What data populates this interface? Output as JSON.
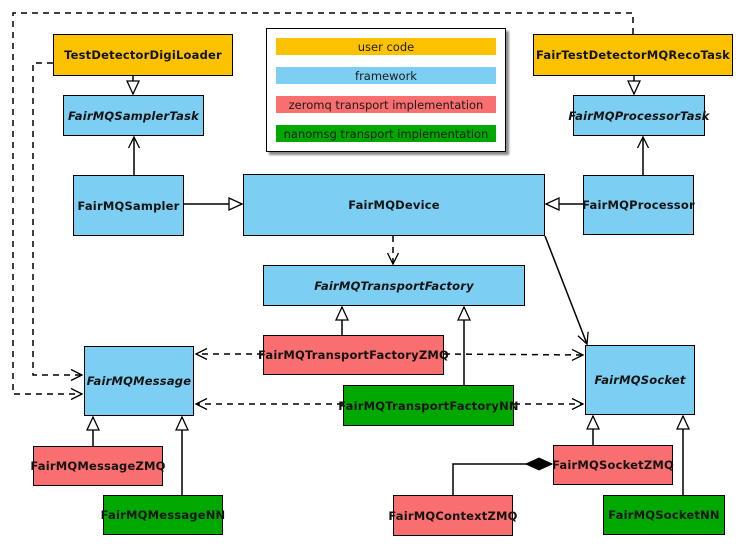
{
  "diagram": {
    "kind": "uml-class-diagram",
    "nodes": {
      "test_detector_digi_loader": {
        "label": "TestDetectorDigiLoader",
        "category": "user code"
      },
      "fair_test_detector_mq_reco_task": {
        "label": "FairTestDetectorMQRecoTask",
        "category": "user code"
      },
      "fairmq_sampler_task": {
        "label": "FairMQSamplerTask",
        "category": "framework",
        "abstract": true
      },
      "fairmq_processor_task": {
        "label": "FairMQProcessorTask",
        "category": "framework",
        "abstract": true
      },
      "fairmq_sampler": {
        "label": "FairMQSampler",
        "category": "framework"
      },
      "fairmq_device": {
        "label": "FairMQDevice",
        "category": "framework"
      },
      "fairmq_processor": {
        "label": "FairMQProcessor",
        "category": "framework"
      },
      "fairmq_transport_factory": {
        "label": "FairMQTransportFactory",
        "category": "framework",
        "abstract": true
      },
      "fairmq_transport_factory_zmq": {
        "label": "FairMQTransportFactoryZMQ",
        "category": "zeromq transport implementation"
      },
      "fairmq_transport_factory_nn": {
        "label": "FairMQTransportFactoryNN",
        "category": "nanomsg transport implementation"
      },
      "fairmq_message": {
        "label": "FairMQMessage",
        "category": "framework",
        "abstract": true
      },
      "fairmq_socket": {
        "label": "FairMQSocket",
        "category": "framework",
        "abstract": true
      },
      "fairmq_message_zmq": {
        "label": "FairMQMessageZMQ",
        "category": "zeromq transport implementation"
      },
      "fairmq_message_nn": {
        "label": "FairMQMessageNN",
        "category": "nanomsg transport implementation"
      },
      "fairmq_socket_zmq": {
        "label": "FairMQSocketZMQ",
        "category": "zeromq transport implementation"
      },
      "fairmq_socket_nn": {
        "label": "FairMQSocketNN",
        "category": "nanomsg transport implementation"
      },
      "fairmq_context_zmq": {
        "label": "FairMQContextZMQ",
        "category": "zeromq transport implementation"
      }
    },
    "legend": {
      "items": [
        {
          "label": "user code",
          "color": "#FCC200"
        },
        {
          "label": "framework",
          "color": "#7CCFF2"
        },
        {
          "label": "zeromq transport implementation",
          "color": "#F96E6E"
        },
        {
          "label": "nanomsg transport implementation",
          "color": "#00A800"
        }
      ]
    },
    "edges": [
      {
        "from": "TestDetectorDigiLoader",
        "to": "FairMQSamplerTask",
        "type": "generalization"
      },
      {
        "from": "FairTestDetectorMQRecoTask",
        "to": "FairMQProcessorTask",
        "type": "generalization"
      },
      {
        "from": "FairMQSampler",
        "to": "FairMQDevice",
        "type": "generalization"
      },
      {
        "from": "FairMQProcessor",
        "to": "FairMQDevice",
        "type": "generalization"
      },
      {
        "from": "FairMQTransportFactoryZMQ",
        "to": "FairMQTransportFactory",
        "type": "generalization"
      },
      {
        "from": "FairMQTransportFactoryNN",
        "to": "FairMQTransportFactory",
        "type": "generalization"
      },
      {
        "from": "FairMQMessageZMQ",
        "to": "FairMQMessage",
        "type": "generalization"
      },
      {
        "from": "FairMQMessageNN",
        "to": "FairMQMessage",
        "type": "generalization"
      },
      {
        "from": "FairMQSocketZMQ",
        "to": "FairMQSocket",
        "type": "generalization"
      },
      {
        "from": "FairMQSocketNN",
        "to": "FairMQSocket",
        "type": "generalization"
      },
      {
        "from": "FairMQSampler",
        "to": "FairMQSamplerTask",
        "type": "association"
      },
      {
        "from": "FairMQProcessor",
        "to": "FairMQProcessorTask",
        "type": "association"
      },
      {
        "from": "FairMQDevice",
        "to": "FairMQSocket",
        "type": "association"
      },
      {
        "from": "FairMQDevice",
        "to": "FairMQTransportFactory",
        "type": "dependency"
      },
      {
        "from": "FairMQTransportFactoryZMQ",
        "to": "FairMQMessage",
        "type": "dependency"
      },
      {
        "from": "FairMQTransportFactoryZMQ",
        "to": "FairMQSocket",
        "type": "dependency"
      },
      {
        "from": "FairMQTransportFactoryNN",
        "to": "FairMQMessage",
        "type": "dependency"
      },
      {
        "from": "FairMQTransportFactoryNN",
        "to": "FairMQSocket",
        "type": "dependency"
      },
      {
        "from": "TestDetectorDigiLoader",
        "to": "FairMQMessage",
        "type": "dependency"
      },
      {
        "from": "FairTestDetectorMQRecoTask",
        "to": "FairMQMessage",
        "type": "dependency"
      },
      {
        "from": "FairMQSocketZMQ",
        "to": "FairMQContextZMQ",
        "type": "composition"
      }
    ]
  }
}
